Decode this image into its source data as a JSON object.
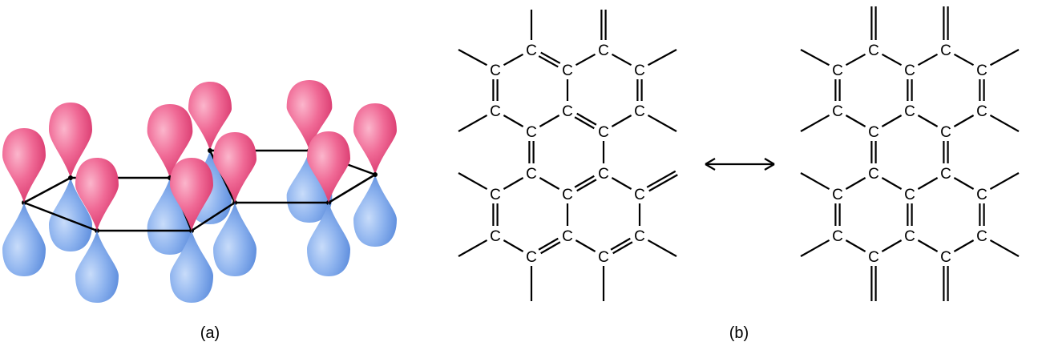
{
  "panel_a": {
    "label": "(a)"
  },
  "panel_b": {
    "label": "(b)",
    "atom_symbol": "C"
  },
  "colors": {
    "lobe_top": "#e8457c",
    "lobe_bottom": "#6f9ce6",
    "ink": "#000000"
  },
  "icons": {
    "resonance": "double-headed-arrow-icon"
  }
}
